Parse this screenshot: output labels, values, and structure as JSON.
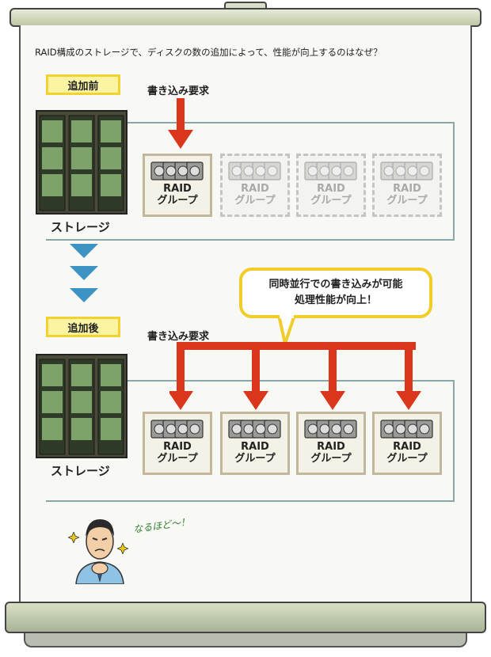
{
  "question": "RAID構成のストレージで、ディスクの数の追加によって、性能が向上するのはなぜ？",
  "before": {
    "tag": "追加前",
    "request_label": "書き込み要求",
    "storage_label": "ストレージ",
    "groups": [
      {
        "line1": "RAID",
        "line2": "グループ",
        "active": true
      },
      {
        "line1": "RAID",
        "line2": "グループ",
        "active": false
      },
      {
        "line1": "RAID",
        "line2": "グループ",
        "active": false
      },
      {
        "line1": "RAID",
        "line2": "グループ",
        "active": false
      }
    ]
  },
  "after": {
    "tag": "追加後",
    "request_label": "書き込み要求",
    "storage_label": "ストレージ",
    "groups": [
      {
        "line1": "RAID",
        "line2": "グループ",
        "active": true
      },
      {
        "line1": "RAID",
        "line2": "グループ",
        "active": true
      },
      {
        "line1": "RAID",
        "line2": "グループ",
        "active": true
      },
      {
        "line1": "RAID",
        "line2": "グループ",
        "active": true
      }
    ]
  },
  "callout": {
    "line1": "同時並行での書き込みが可能",
    "line2": "処理性能が向上！"
  },
  "reaction": "なるほど～！",
  "colors": {
    "arrow": "#d9361b",
    "flow_arrow": "#3d93c4",
    "tag_fill": "#fbf5a3",
    "tag_border": "#f2d233",
    "panel_border": "#8aa6a6",
    "raid_border": "#c2b79a"
  }
}
